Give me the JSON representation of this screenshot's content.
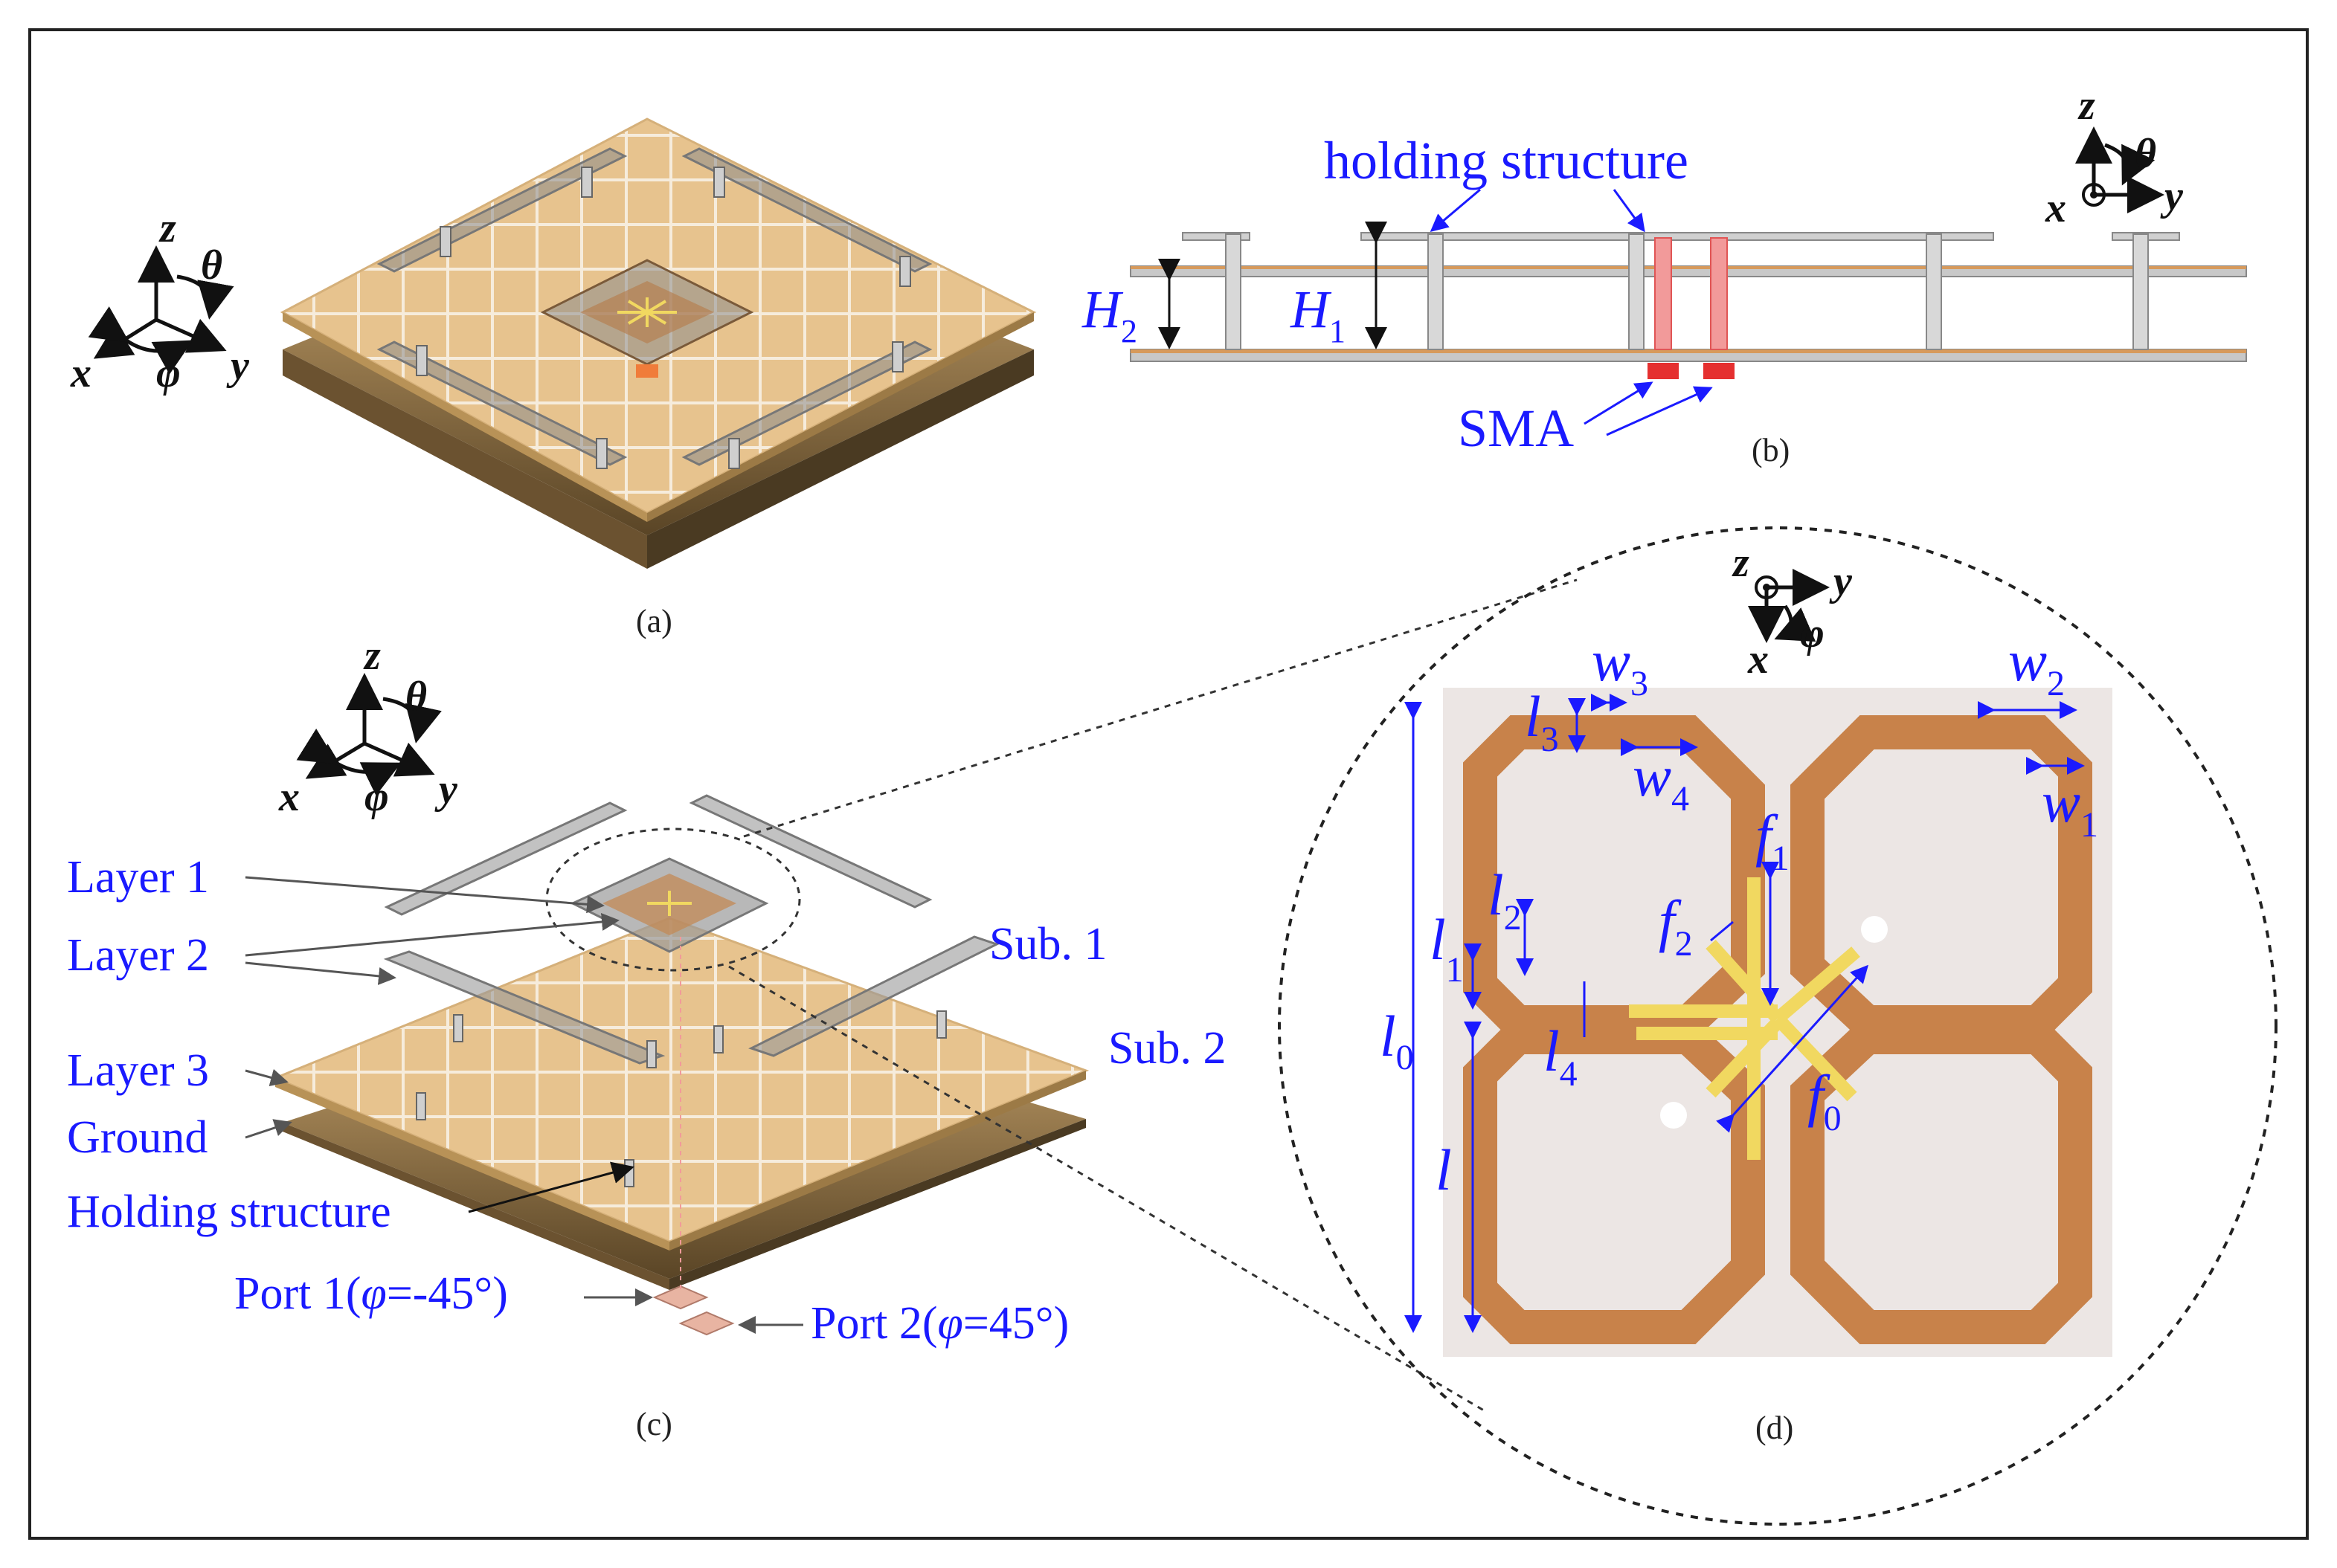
{
  "colors": {
    "label_blue": "#1a1aff",
    "board_gold": "#e6c28a",
    "copper": "#c8824a",
    "feed_yellow": "#f1d860",
    "frame": "#222222"
  },
  "captions": {
    "a": "(a)",
    "b": "(b)",
    "c": "(c)",
    "d": "(d)"
  },
  "axes": {
    "x": "x",
    "y": "y",
    "z": "z",
    "theta": "θ",
    "phi": "φ"
  },
  "panel_b": {
    "holding_structure": "holding structure",
    "sma": "SMA",
    "h1": "H",
    "h1_sub": "1",
    "h2": "H",
    "h2_sub": "2"
  },
  "panel_c": {
    "layer1": "Layer 1",
    "layer2": "Layer 2",
    "layer3": "Layer 3",
    "ground": "Ground",
    "holding_structure": "Holding structure",
    "sub1": "Sub. 1",
    "sub2": "Sub. 2",
    "port1_pre": "Port 1(",
    "port1_var": "φ",
    "port1_post": "=-45°)",
    "port2_pre": "Port 2(",
    "port2_var": "φ",
    "port2_post": "=45°)"
  },
  "panel_d": {
    "w1": "w",
    "w1_sub": "1",
    "w2": "w",
    "w2_sub": "2",
    "w3": "w",
    "w3_sub": "3",
    "w4": "w",
    "w4_sub": "4",
    "l0": "l",
    "l0_sub": "0",
    "l1": "l",
    "l1_sub": "1",
    "l2": "l",
    "l2_sub": "2",
    "l3": "l",
    "l3_sub": "3",
    "l4": "l",
    "l4_sub": "4",
    "l": "l",
    "f0": "f",
    "f0_sub": "0",
    "f1": "f",
    "f1_sub": "1",
    "f2": "f",
    "f2_sub": "2"
  }
}
